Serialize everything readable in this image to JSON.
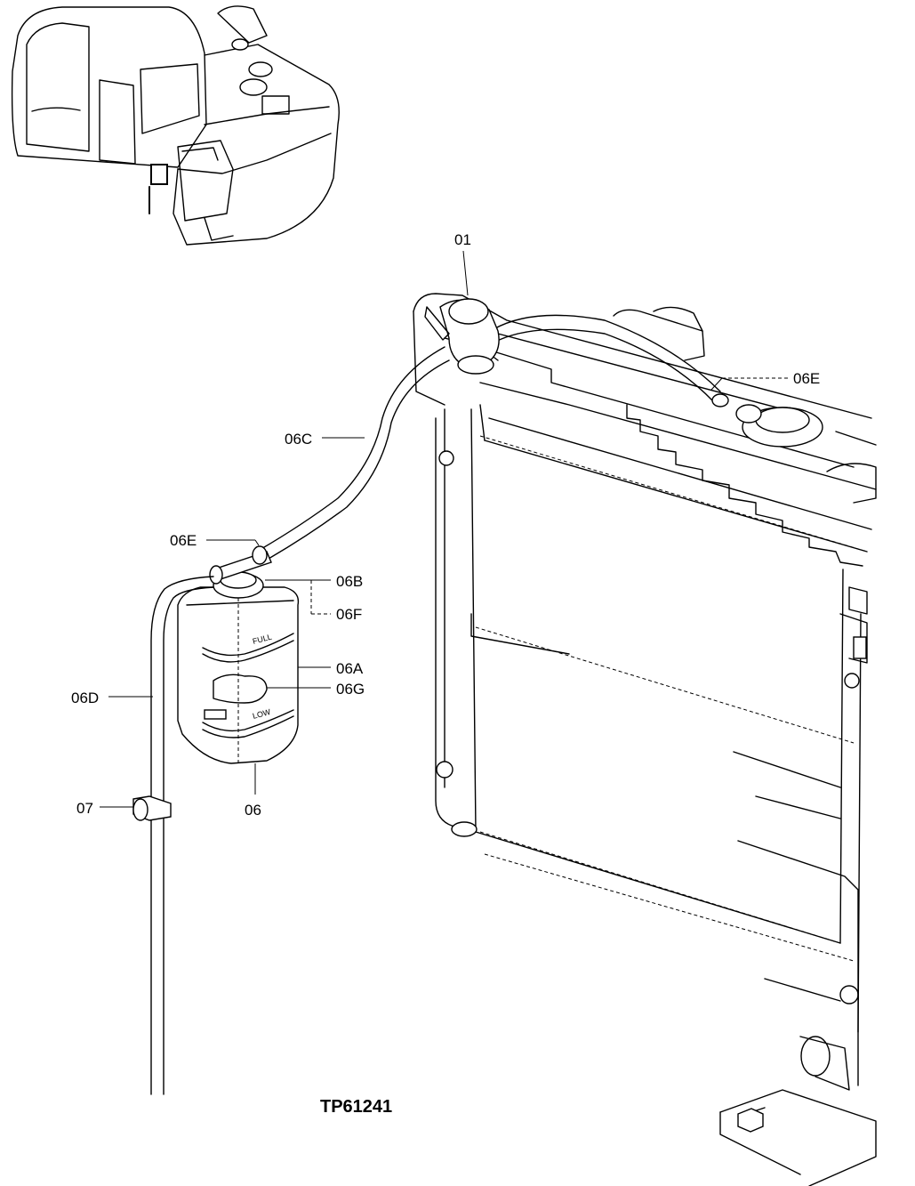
{
  "drawing_code": "TP61241",
  "tank_markings": {
    "full": "FULL",
    "low": "LOW"
  },
  "callouts": [
    {
      "id": "01",
      "label": "01"
    },
    {
      "id": "06E-top",
      "label": "06E"
    },
    {
      "id": "06C",
      "label": "06C"
    },
    {
      "id": "06E-left",
      "label": "06E"
    },
    {
      "id": "06B",
      "label": "06B"
    },
    {
      "id": "06F",
      "label": "06F"
    },
    {
      "id": "06A",
      "label": "06A"
    },
    {
      "id": "06G",
      "label": "06G"
    },
    {
      "id": "06D",
      "label": "06D"
    },
    {
      "id": "07",
      "label": "07"
    },
    {
      "id": "06",
      "label": "06"
    }
  ],
  "icons": {
    "locator": "excavator-locator-icon",
    "radiator": "radiator-icon",
    "tank": "reservoir-tank-icon"
  }
}
